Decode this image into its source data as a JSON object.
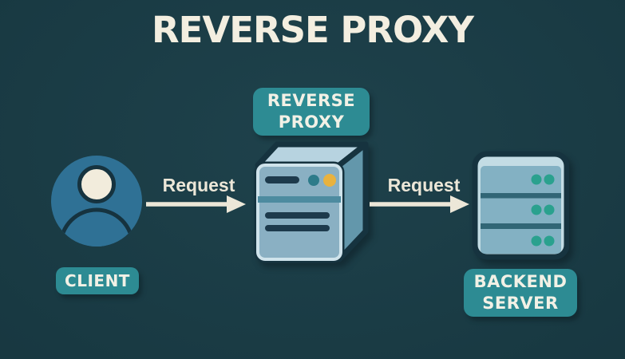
{
  "title": "REVERSE PROXY",
  "nodes": {
    "client": {
      "label": "CLIENT",
      "icon": "user-icon"
    },
    "proxy": {
      "label": "REVERSE PROXY",
      "icon": "proxy-server-icon"
    },
    "backend": {
      "label": "BACKEND SERVER",
      "icon": "backend-server-icon"
    }
  },
  "edges": [
    {
      "from": "client",
      "to": "proxy",
      "label": "Request",
      "icon": "arrow-right-icon"
    },
    {
      "from": "proxy",
      "to": "backend",
      "label": "Request",
      "icon": "arrow-right-icon"
    }
  ],
  "colors": {
    "bg": "#1a3e48",
    "title": "#f3eee0",
    "badge": "#2d8b93",
    "badge_text": "#f2f1e6",
    "outline": "#16333f",
    "client_blue": "#2f7195",
    "cream": "#f2ecdc",
    "arrow": "#ece7d8",
    "proxy_front": "#8ab0c3",
    "proxy_top": "#b7d3e0",
    "proxy_side": "#6397ab",
    "proxy_light_edge": "#cfe3eb",
    "detail_dark": "#1d3a4c",
    "stripe_teal": "#4d8ba0",
    "dot_teal": "#2d7b8a",
    "dot_yellow": "#e9b23e",
    "backend_frame": "#c3dce4",
    "backend_slot": "#83b1c3",
    "backend_divider": "#316676",
    "backend_dot": "#2aa18e"
  }
}
